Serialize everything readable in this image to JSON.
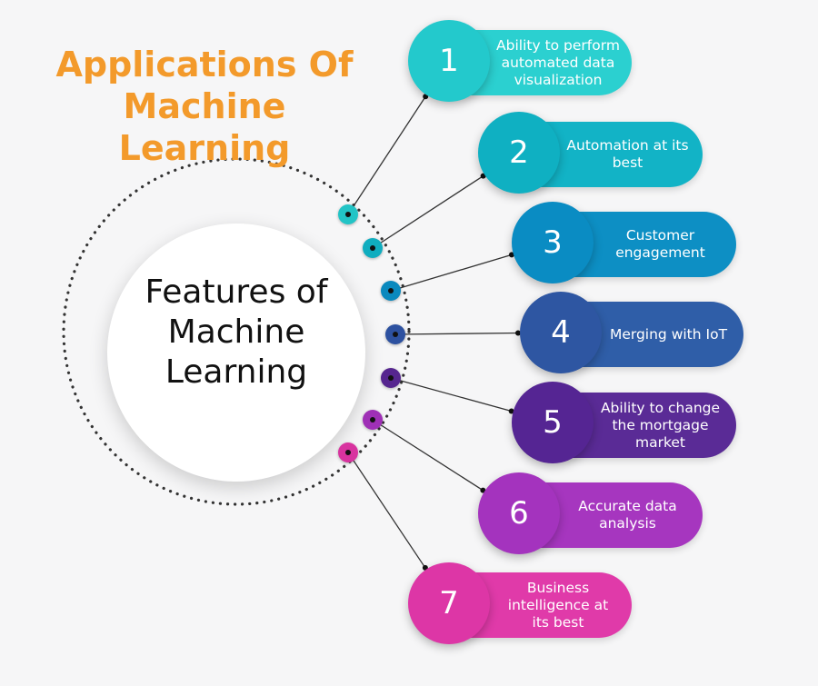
{
  "title": {
    "line1": "Applications Of",
    "line2": "Machine Learning",
    "color": "#f39a2b"
  },
  "center": {
    "line1": "Features of",
    "line2": "Machine",
    "line3": "Learning"
  },
  "features": [
    {
      "number": "1",
      "label_lines": [
        "Ability to perform",
        "automated data",
        "visualization"
      ],
      "pill_color": "#2bd0d0",
      "circle_color": "#23c9cc",
      "dot_color": "#22c4c6"
    },
    {
      "number": "2",
      "label_lines": [
        "Automation at its",
        "best"
      ],
      "pill_color": "#12b3c6",
      "circle_color": "#0fb0c2",
      "dot_color": "#10adbf"
    },
    {
      "number": "3",
      "label_lines": [
        "Customer",
        "engagement"
      ],
      "pill_color": "#0d8fc4",
      "circle_color": "#0a8cc3",
      "dot_color": "#0a89be"
    },
    {
      "number": "4",
      "label_lines": [
        "Merging with IoT"
      ],
      "pill_color": "#2f5ea8",
      "circle_color": "#2e56a2",
      "dot_color": "#2d51a0"
    },
    {
      "number": "5",
      "label_lines": [
        "Ability to change",
        "the mortgage",
        "market"
      ],
      "pill_color": "#5a2b96",
      "circle_color": "#552593",
      "dot_color": "#56268f"
    },
    {
      "number": "6",
      "label_lines": [
        "Accurate data",
        "analysis"
      ],
      "pill_color": "#a636bf",
      "circle_color": "#a433be",
      "dot_color": "#9f30b6"
    },
    {
      "number": "7",
      "label_lines": [
        "Business",
        "intelligence at",
        "its best"
      ],
      "pill_color": "#e03aa9",
      "circle_color": "#dd36a6",
      "dot_color": "#d8339f"
    }
  ]
}
